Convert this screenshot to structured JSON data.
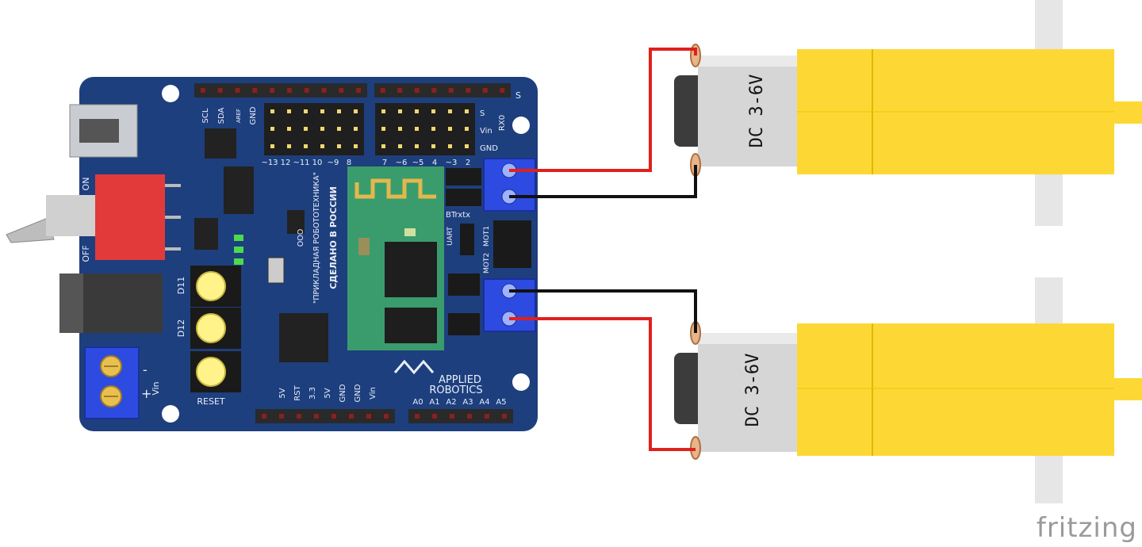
{
  "board": {
    "power_switch": {
      "on": "ON",
      "off": "OFF"
    },
    "header_top": {
      "i2c": [
        "SCL",
        "SDA",
        "AREF",
        "GND"
      ],
      "digital_a": [
        "~13",
        "12",
        "~11",
        "10",
        "~9",
        "8"
      ],
      "digital_b": [
        "7",
        "~6",
        "~5",
        "4",
        "~3",
        "2"
      ],
      "side": [
        "S",
        "Vin",
        "GND"
      ],
      "rx": "RX0",
      "s_right": "S"
    },
    "maker_text": [
      "ООО",
      "\"ПРИКЛАДНАЯ РОБОТОТЕХНИКА\"",
      "СДЕЛАНО В РОССИИ"
    ],
    "buttons": [
      "D11",
      "D12",
      "RESET"
    ],
    "vin_terminal": {
      "minus": "-",
      "plus": "+",
      "label": "Vin"
    },
    "header_bottom": {
      "power": [
        "5V",
        "RST",
        "3.3",
        "5V",
        "GND",
        "GND",
        "Vin"
      ],
      "analog": [
        "A0",
        "A1",
        "A2",
        "A3",
        "A4",
        "A5"
      ]
    },
    "jumpers": {
      "bt": "BTrxtx",
      "uart": "UART",
      "mot1": "MOT1",
      "mot2": "MOT2"
    },
    "brand": [
      "APPLIED",
      "ROBOTICS"
    ]
  },
  "motors": [
    {
      "label": "DC 3-6V",
      "fill": "#fdd835"
    },
    {
      "label": "DC 3-6V",
      "fill": "#fdd835"
    }
  ],
  "wires": {
    "positive": "#e0201c",
    "negative": "#111111"
  },
  "colors": {
    "pcb": "#1e3f7d",
    "header": "#2a2a2a",
    "terminal": "#2d4be0",
    "switch": "#e23a3a"
  },
  "footer": {
    "brand": "fritzing"
  }
}
